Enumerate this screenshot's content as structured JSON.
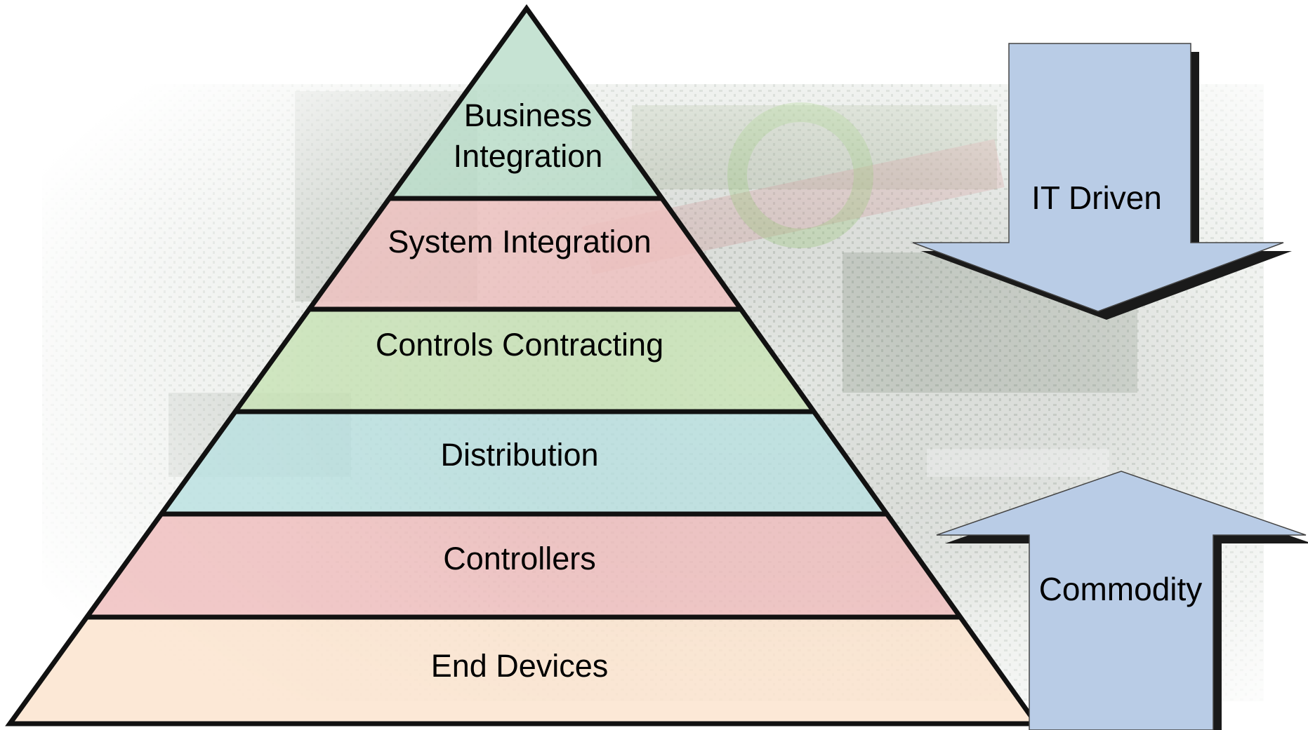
{
  "pyramid": {
    "layers": [
      {
        "lines": [
          "Business",
          "Integration"
        ],
        "color": "#b9ddc9"
      },
      {
        "lines": [
          "System Integration"
        ],
        "color": "#efc1bf"
      },
      {
        "lines": [
          "Controls Contracting"
        ],
        "color": "#c8e3b6"
      },
      {
        "lines": [
          "Distribution"
        ],
        "color": "#b9e0e0"
      },
      {
        "lines": [
          "Controllers"
        ],
        "color": "#efbdbd"
      },
      {
        "lines": [
          "End Devices"
        ],
        "color": "#fbe3cd"
      }
    ]
  },
  "arrows": {
    "down": {
      "label": "IT Driven",
      "color": "#b9cce6"
    },
    "up": {
      "label": "Commodity",
      "color": "#b9cce6"
    }
  },
  "background": {
    "description_icon": "circuit-board-photo"
  }
}
